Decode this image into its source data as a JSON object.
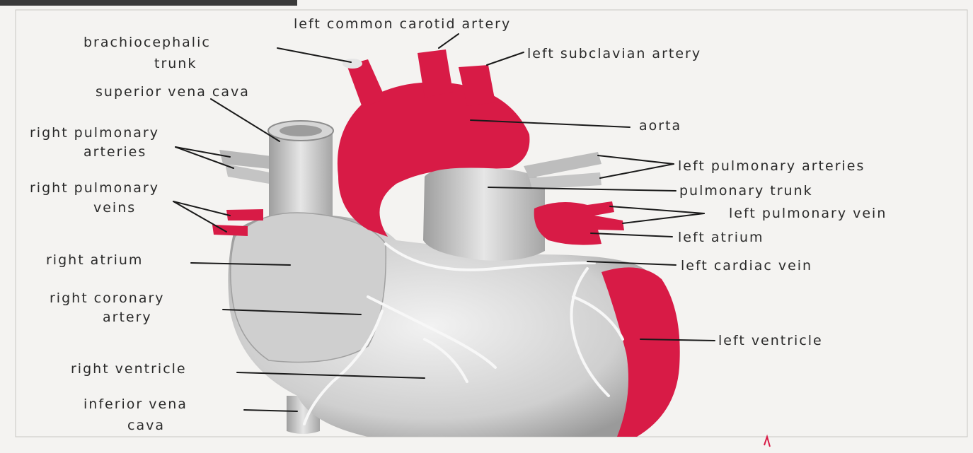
{
  "colors": {
    "paper": "#f4f3f1",
    "artery_red": "#d81b46",
    "vessel_gray": "#bdbdbd",
    "text": "#2a2a2a"
  },
  "labels": {
    "left_common_carotid": "left common carotid artery",
    "brachiocephalic_1": "brachiocephalic",
    "brachiocephalic_2": "trunk",
    "left_subclavian": "left subclavian artery",
    "svc": "superior vena cava",
    "aorta": "aorta",
    "r_pulm_art_1": "right pulmonary",
    "r_pulm_art_2": "arteries",
    "l_pulm_art": "left pulmonary arteries",
    "pulm_trunk": "pulmonary trunk",
    "r_pulm_vein_1": "right pulmonary",
    "r_pulm_vein_2": "veins",
    "l_pulm_vein": "left pulmonary vein",
    "left_atrium": "left atrium",
    "right_atrium": "right atrium",
    "left_cardiac_vein": "left cardiac vein",
    "r_coronary_1": "right coronary",
    "r_coronary_2": "artery",
    "left_ventricle": "left ventricle",
    "right_ventricle": "right ventricle",
    "ivc_1": "inferior vena",
    "ivc_2": "cava"
  }
}
